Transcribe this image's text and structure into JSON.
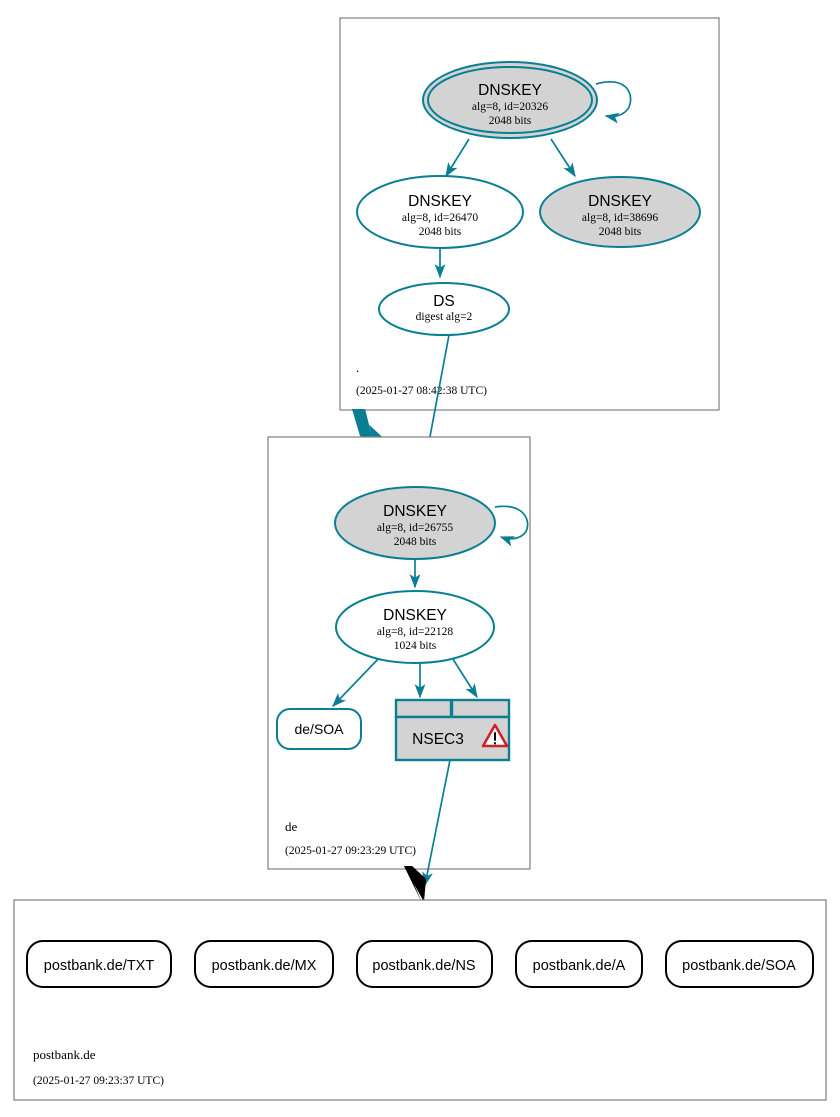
{
  "diagram": {
    "type": "dnssec-authentication-chain",
    "title": "postbank.de DNSSEC authentication chain"
  },
  "colors": {
    "secure_teal": "#0a7f94",
    "node_gray": "#d3d3d3",
    "cluster_border": "#808080",
    "insecure_black": "#000000",
    "warning_red": "#cc2229"
  },
  "zones": [
    {
      "id": "root",
      "label": ".",
      "timestamp": "(2025-01-27 08:42:38 UTC)",
      "nodes": [
        {
          "id": "root-ksk",
          "kind": "DNSKEY",
          "title": "DNSKEY",
          "line2": "alg=8, id=20326",
          "line3": "2048 bits",
          "alg": 8,
          "key_id": 20326,
          "bits": 2048,
          "role": "ksk",
          "fill": "gray",
          "double_border": true,
          "self_signed": true
        },
        {
          "id": "root-zsk",
          "kind": "DNSKEY",
          "title": "DNSKEY",
          "line2": "alg=8, id=26470",
          "line3": "2048 bits",
          "alg": 8,
          "key_id": 26470,
          "bits": 2048,
          "role": "zsk",
          "fill": "white",
          "double_border": false,
          "self_signed": false
        },
        {
          "id": "root-ksk-alt",
          "kind": "DNSKEY",
          "title": "DNSKEY",
          "line2": "alg=8, id=38696",
          "line3": "2048 bits",
          "alg": 8,
          "key_id": 38696,
          "bits": 2048,
          "role": "ksk",
          "fill": "gray",
          "double_border": false,
          "self_signed": false
        },
        {
          "id": "root-ds",
          "kind": "DS",
          "title": "DS",
          "line2": "digest alg=2",
          "digest_alg": 2,
          "fill": "white"
        }
      ]
    },
    {
      "id": "de",
      "label": "de",
      "timestamp": "(2025-01-27 09:23:29 UTC)",
      "nodes": [
        {
          "id": "de-ksk",
          "kind": "DNSKEY",
          "title": "DNSKEY",
          "line2": "alg=8, id=26755",
          "line3": "2048 bits",
          "alg": 8,
          "key_id": 26755,
          "bits": 2048,
          "role": "ksk",
          "fill": "gray",
          "double_border": false,
          "self_signed": true
        },
        {
          "id": "de-zsk",
          "kind": "DNSKEY",
          "title": "DNSKEY",
          "line2": "alg=8, id=22128",
          "line3": "1024 bits",
          "alg": 8,
          "key_id": 22128,
          "bits": 1024,
          "role": "zsk",
          "fill": "white",
          "double_border": false,
          "self_signed": false
        },
        {
          "id": "de-soa",
          "kind": "RRset",
          "title": "de/SOA",
          "fill": "white"
        },
        {
          "id": "de-nsec3",
          "kind": "NSEC3",
          "title": "NSEC3",
          "fill": "gray",
          "warning": true,
          "warning_icon": "warning-triangle-icon"
        }
      ]
    },
    {
      "id": "postbank",
      "label": "postbank.de",
      "timestamp": "(2025-01-27 09:23:37 UTC)",
      "nodes": [
        {
          "id": "rr-txt",
          "kind": "RRset",
          "title": "postbank.de/TXT"
        },
        {
          "id": "rr-mx",
          "kind": "RRset",
          "title": "postbank.de/MX"
        },
        {
          "id": "rr-ns",
          "kind": "RRset",
          "title": "postbank.de/NS"
        },
        {
          "id": "rr-a",
          "kind": "RRset",
          "title": "postbank.de/A"
        },
        {
          "id": "rr-soa",
          "kind": "RRset",
          "title": "postbank.de/SOA"
        }
      ]
    }
  ],
  "edges": [
    {
      "from": "root-ksk",
      "to": "root-ksk",
      "type": "self-sign",
      "color": "teal"
    },
    {
      "from": "root-ksk",
      "to": "root-zsk",
      "type": "sign",
      "color": "teal"
    },
    {
      "from": "root-ksk",
      "to": "root-ksk-alt",
      "type": "sign",
      "color": "teal"
    },
    {
      "from": "root-zsk",
      "to": "root-ds",
      "type": "sign",
      "color": "teal"
    },
    {
      "from": "root-ds",
      "to": "de-ksk",
      "type": "ds-link",
      "color": "teal"
    },
    {
      "from": "root",
      "to": "de",
      "type": "delegation-secure",
      "color": "teal"
    },
    {
      "from": "de-ksk",
      "to": "de-ksk",
      "type": "self-sign",
      "color": "teal"
    },
    {
      "from": "de-ksk",
      "to": "de-zsk",
      "type": "sign",
      "color": "teal"
    },
    {
      "from": "de-zsk",
      "to": "de-soa",
      "type": "sign",
      "color": "teal"
    },
    {
      "from": "de-zsk",
      "to": "de-nsec3",
      "type": "sign",
      "color": "teal"
    },
    {
      "from": "de-nsec3",
      "to": "postbank",
      "type": "proof-of-nonexistence",
      "color": "teal"
    },
    {
      "from": "de",
      "to": "postbank",
      "type": "delegation-insecure",
      "color": "black"
    }
  ]
}
